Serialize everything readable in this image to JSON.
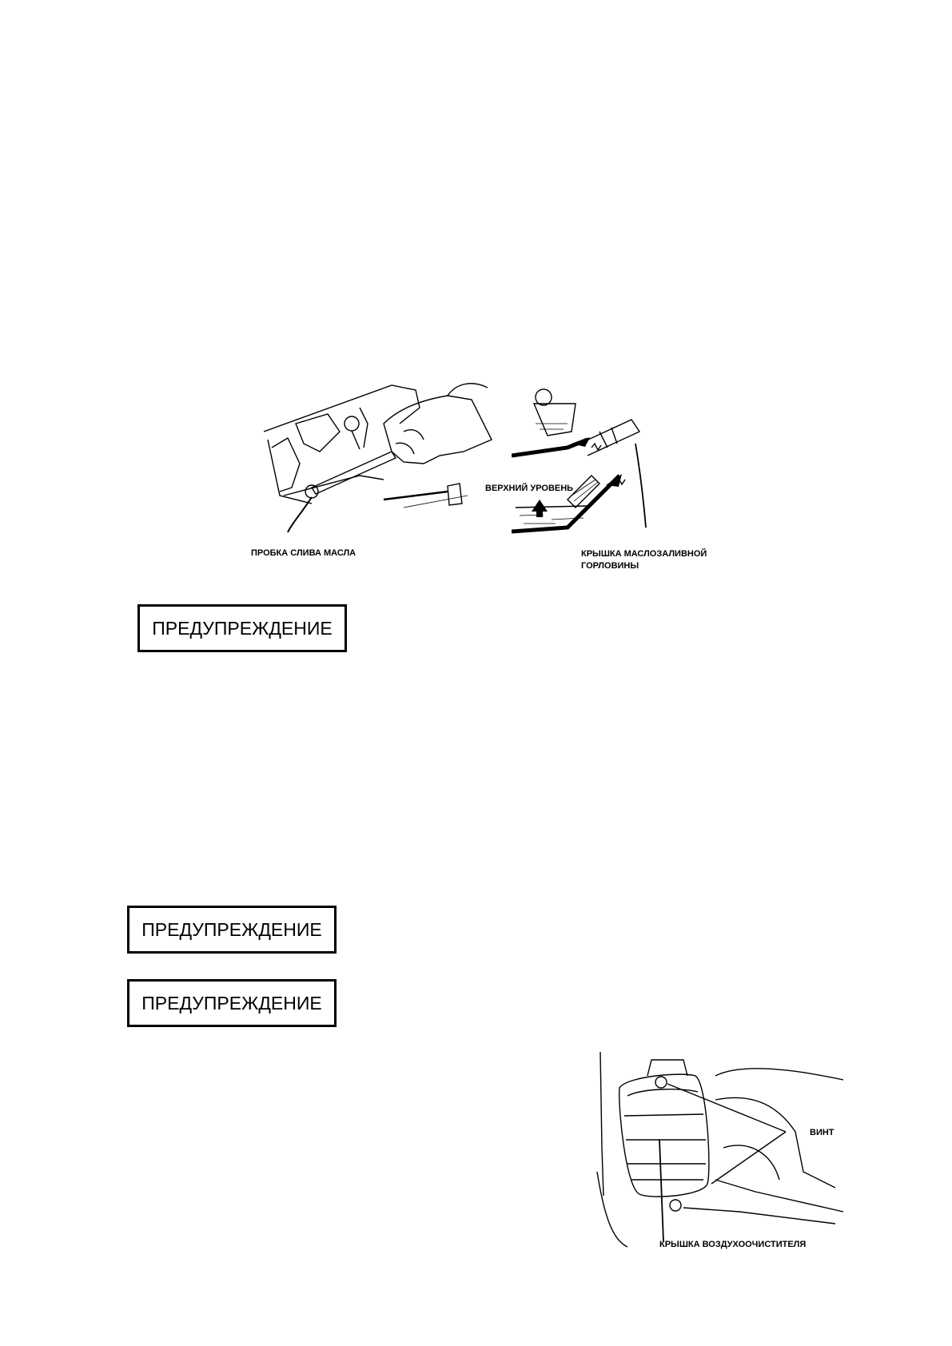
{
  "figure_oil_drain": {
    "drain_plug_label": "ПРОБКА СЛИВА МАСЛА"
  },
  "figure_oil_fill": {
    "upper_level_label": "ВЕРХНИЙ УРОВЕНЬ",
    "filler_cap_label_line1": "КРЫШКА МАСЛОЗАЛИВНОЙ",
    "filler_cap_label_line2": "ГОРЛОВИНЫ"
  },
  "warnings": [
    "ПРЕДУПРЕЖДЕНИЕ",
    "ПРЕДУПРЕЖДЕНИЕ",
    "ПРЕДУПРЕЖДЕНИЕ"
  ],
  "figure_air_cleaner": {
    "screw_label": "ВИНТ",
    "air_cleaner_cover_label": "КРЫШКА ВОЗДУХООЧИСТИТЕЛЯ"
  }
}
